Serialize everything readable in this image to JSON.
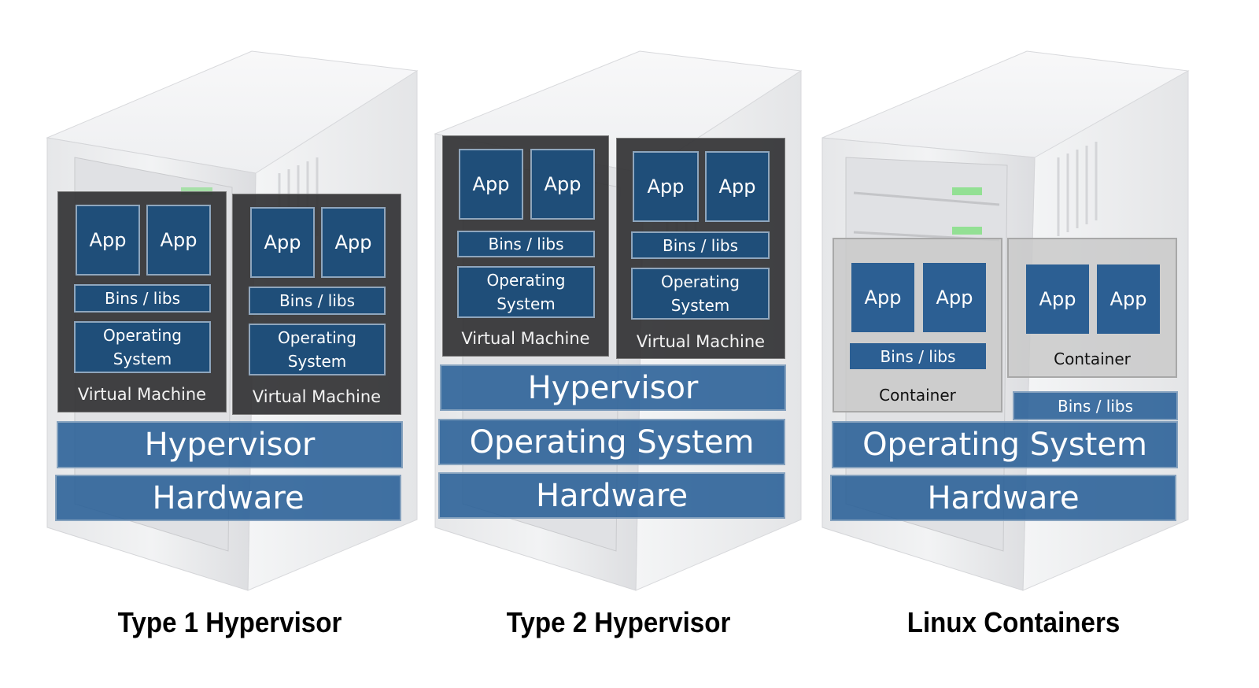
{
  "colors": {
    "block_blue": "#1f4e79",
    "layer_blue": "#2f6096",
    "vm_dark": "#333334",
    "container_gray": "#c8c8c8",
    "caption_text": "#000000"
  },
  "diagrams": [
    {
      "caption": "Type 1 Hypervisor",
      "virtual_machines": [
        {
          "apps": [
            "App",
            "App"
          ],
          "bins": "Bins / libs",
          "os": "Operating System",
          "label": "Virtual Machine"
        },
        {
          "apps": [
            "App",
            "App"
          ],
          "bins": "Bins / libs",
          "os": "Operating System",
          "label": "Virtual Machine"
        }
      ],
      "layers": [
        "Hypervisor",
        "Hardware"
      ]
    },
    {
      "caption": "Type 2 Hypervisor",
      "virtual_machines": [
        {
          "apps": [
            "App",
            "App"
          ],
          "bins": "Bins / libs",
          "os": "Operating System",
          "label": "Virtual Machine"
        },
        {
          "apps": [
            "App",
            "App"
          ],
          "bins": "Bins / libs",
          "os": "Operating System",
          "label": "Virtual Machine"
        }
      ],
      "layers": [
        "Hypervisor",
        "Operating System",
        "Hardware"
      ]
    },
    {
      "caption": "Linux Containers",
      "containers": [
        {
          "apps": [
            "App",
            "App"
          ],
          "bins": "Bins / libs",
          "label": "Container"
        },
        {
          "apps": [
            "App",
            "App"
          ],
          "label": "Container"
        }
      ],
      "shared_bins": "Bins / libs",
      "layers": [
        "Operating System",
        "Hardware"
      ]
    }
  ]
}
